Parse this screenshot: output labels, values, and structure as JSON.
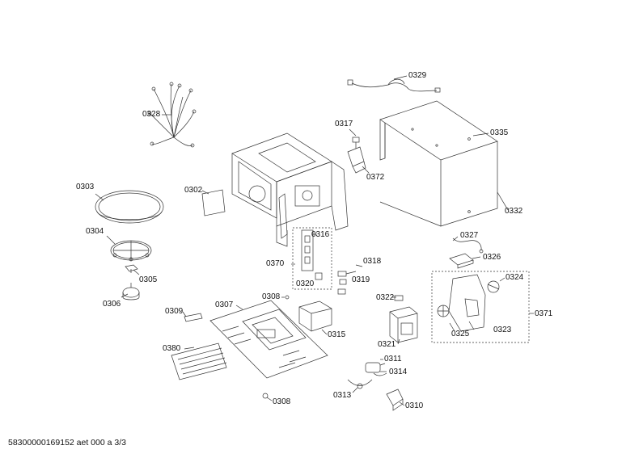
{
  "diagram": {
    "part_numbers": {
      "p0328": "0328",
      "p0329": "0329",
      "p0317": "0317",
      "p0335": "0335",
      "p0372": "0372",
      "p0303": "0303",
      "p0302": "0302",
      "p0332": "0332",
      "p0304": "0304",
      "p0316": "0316",
      "p0327": "0327",
      "p0318": "0318",
      "p0326": "0326",
      "p0370": "0370",
      "p0305": "0305",
      "p0319": "0319",
      "p0320": "0320",
      "p0324": "0324",
      "p0306": "0306",
      "p0308a": "0308",
      "p0322": "0322",
      "p0371": "0371",
      "p0309": "0309",
      "p0307": "0307",
      "p0315": "0315",
      "p0325": "0325",
      "p0323": "0323",
      "p0321": "0321",
      "p0380": "0380",
      "p0311": "0311",
      "p0314": "0314",
      "p0313": "0313",
      "p0308b": "0308",
      "p0310": "0310"
    }
  },
  "footer": {
    "doc_code": "58300000169152 aet 000 a 3/3"
  }
}
